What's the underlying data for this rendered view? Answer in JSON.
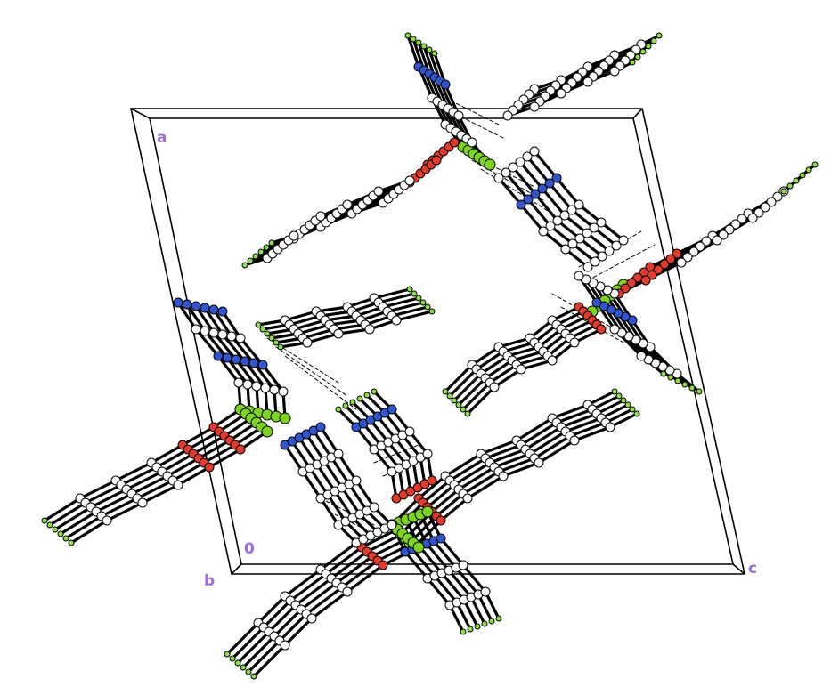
{
  "figure": {
    "kind": "crystal-packing-diagram",
    "background": "#ffffff"
  },
  "unit_cell": {
    "axis_labels": {
      "a": "a",
      "b": "b",
      "c": "c",
      "origin": "0"
    },
    "label_color": "#9a6fd6"
  },
  "atom_colors": {
    "carbon": "#ffffff",
    "hydrogen": "#8ee04a",
    "nitrogen": "#3355cc",
    "oxygen": "#e03b2c",
    "metal": "#7ed321"
  },
  "bond_color": "#000000",
  "hbond_style": "dashed"
}
